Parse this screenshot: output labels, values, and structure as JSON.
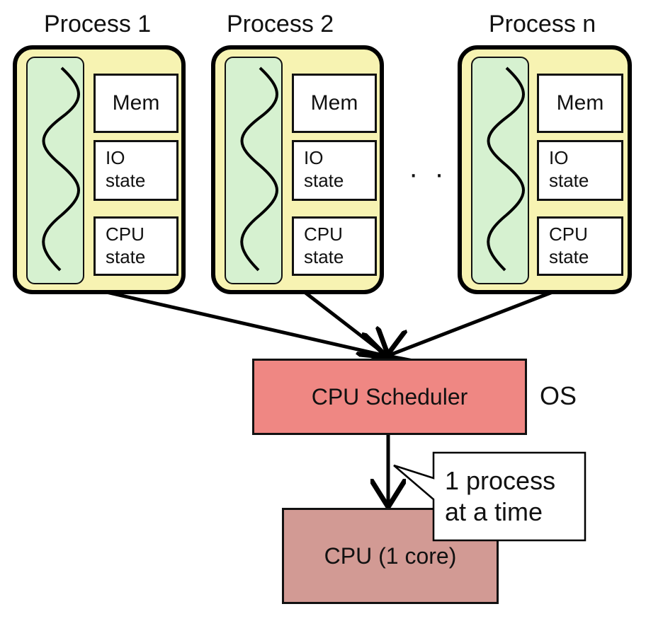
{
  "processes": [
    {
      "title": "Process 1",
      "mem": "Mem",
      "io_line1": "IO",
      "io_line2": "state",
      "cpu_line1": "CPU",
      "cpu_line2": "state"
    },
    {
      "title": "Process 2",
      "mem": "Mem",
      "io_line1": "IO",
      "io_line2": "state",
      "cpu_line1": "CPU",
      "cpu_line2": "state"
    },
    {
      "title": "Process n",
      "mem": "Mem",
      "io_line1": "IO",
      "io_line2": "state",
      "cpu_line1": "CPU",
      "cpu_line2": "state"
    }
  ],
  "ellipsis": "· · ·",
  "scheduler": {
    "label": "CPU Scheduler"
  },
  "os_label": "OS",
  "callout": {
    "line1": "1 process",
    "line2": "at a time"
  },
  "cpu": {
    "label": "CPU (1 core)"
  },
  "colors": {
    "process_fill": "#f7f3b2",
    "thread_fill": "#d6f1d0",
    "scheduler_fill": "#ef8783",
    "cpu_fill": "#d29a94"
  }
}
